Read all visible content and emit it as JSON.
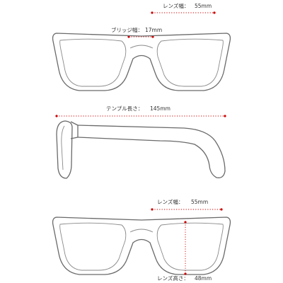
{
  "measurements": {
    "lens_width": {
      "label": "レンズ幅：",
      "value": "55mm"
    },
    "bridge_width": {
      "label": "ブリッジ幅：",
      "value": "17mm"
    },
    "temple_length": {
      "label": "テンプル長さ：",
      "value": "145mm"
    },
    "lens_width_bottom": {
      "label": "レンズ幅：",
      "value": "55mm"
    },
    "lens_height": {
      "label": "レンズ高さ：",
      "value": "48mm"
    }
  },
  "colors": {
    "dimension_line": "#cc0000",
    "frame_outline": "#6a6a6a"
  }
}
